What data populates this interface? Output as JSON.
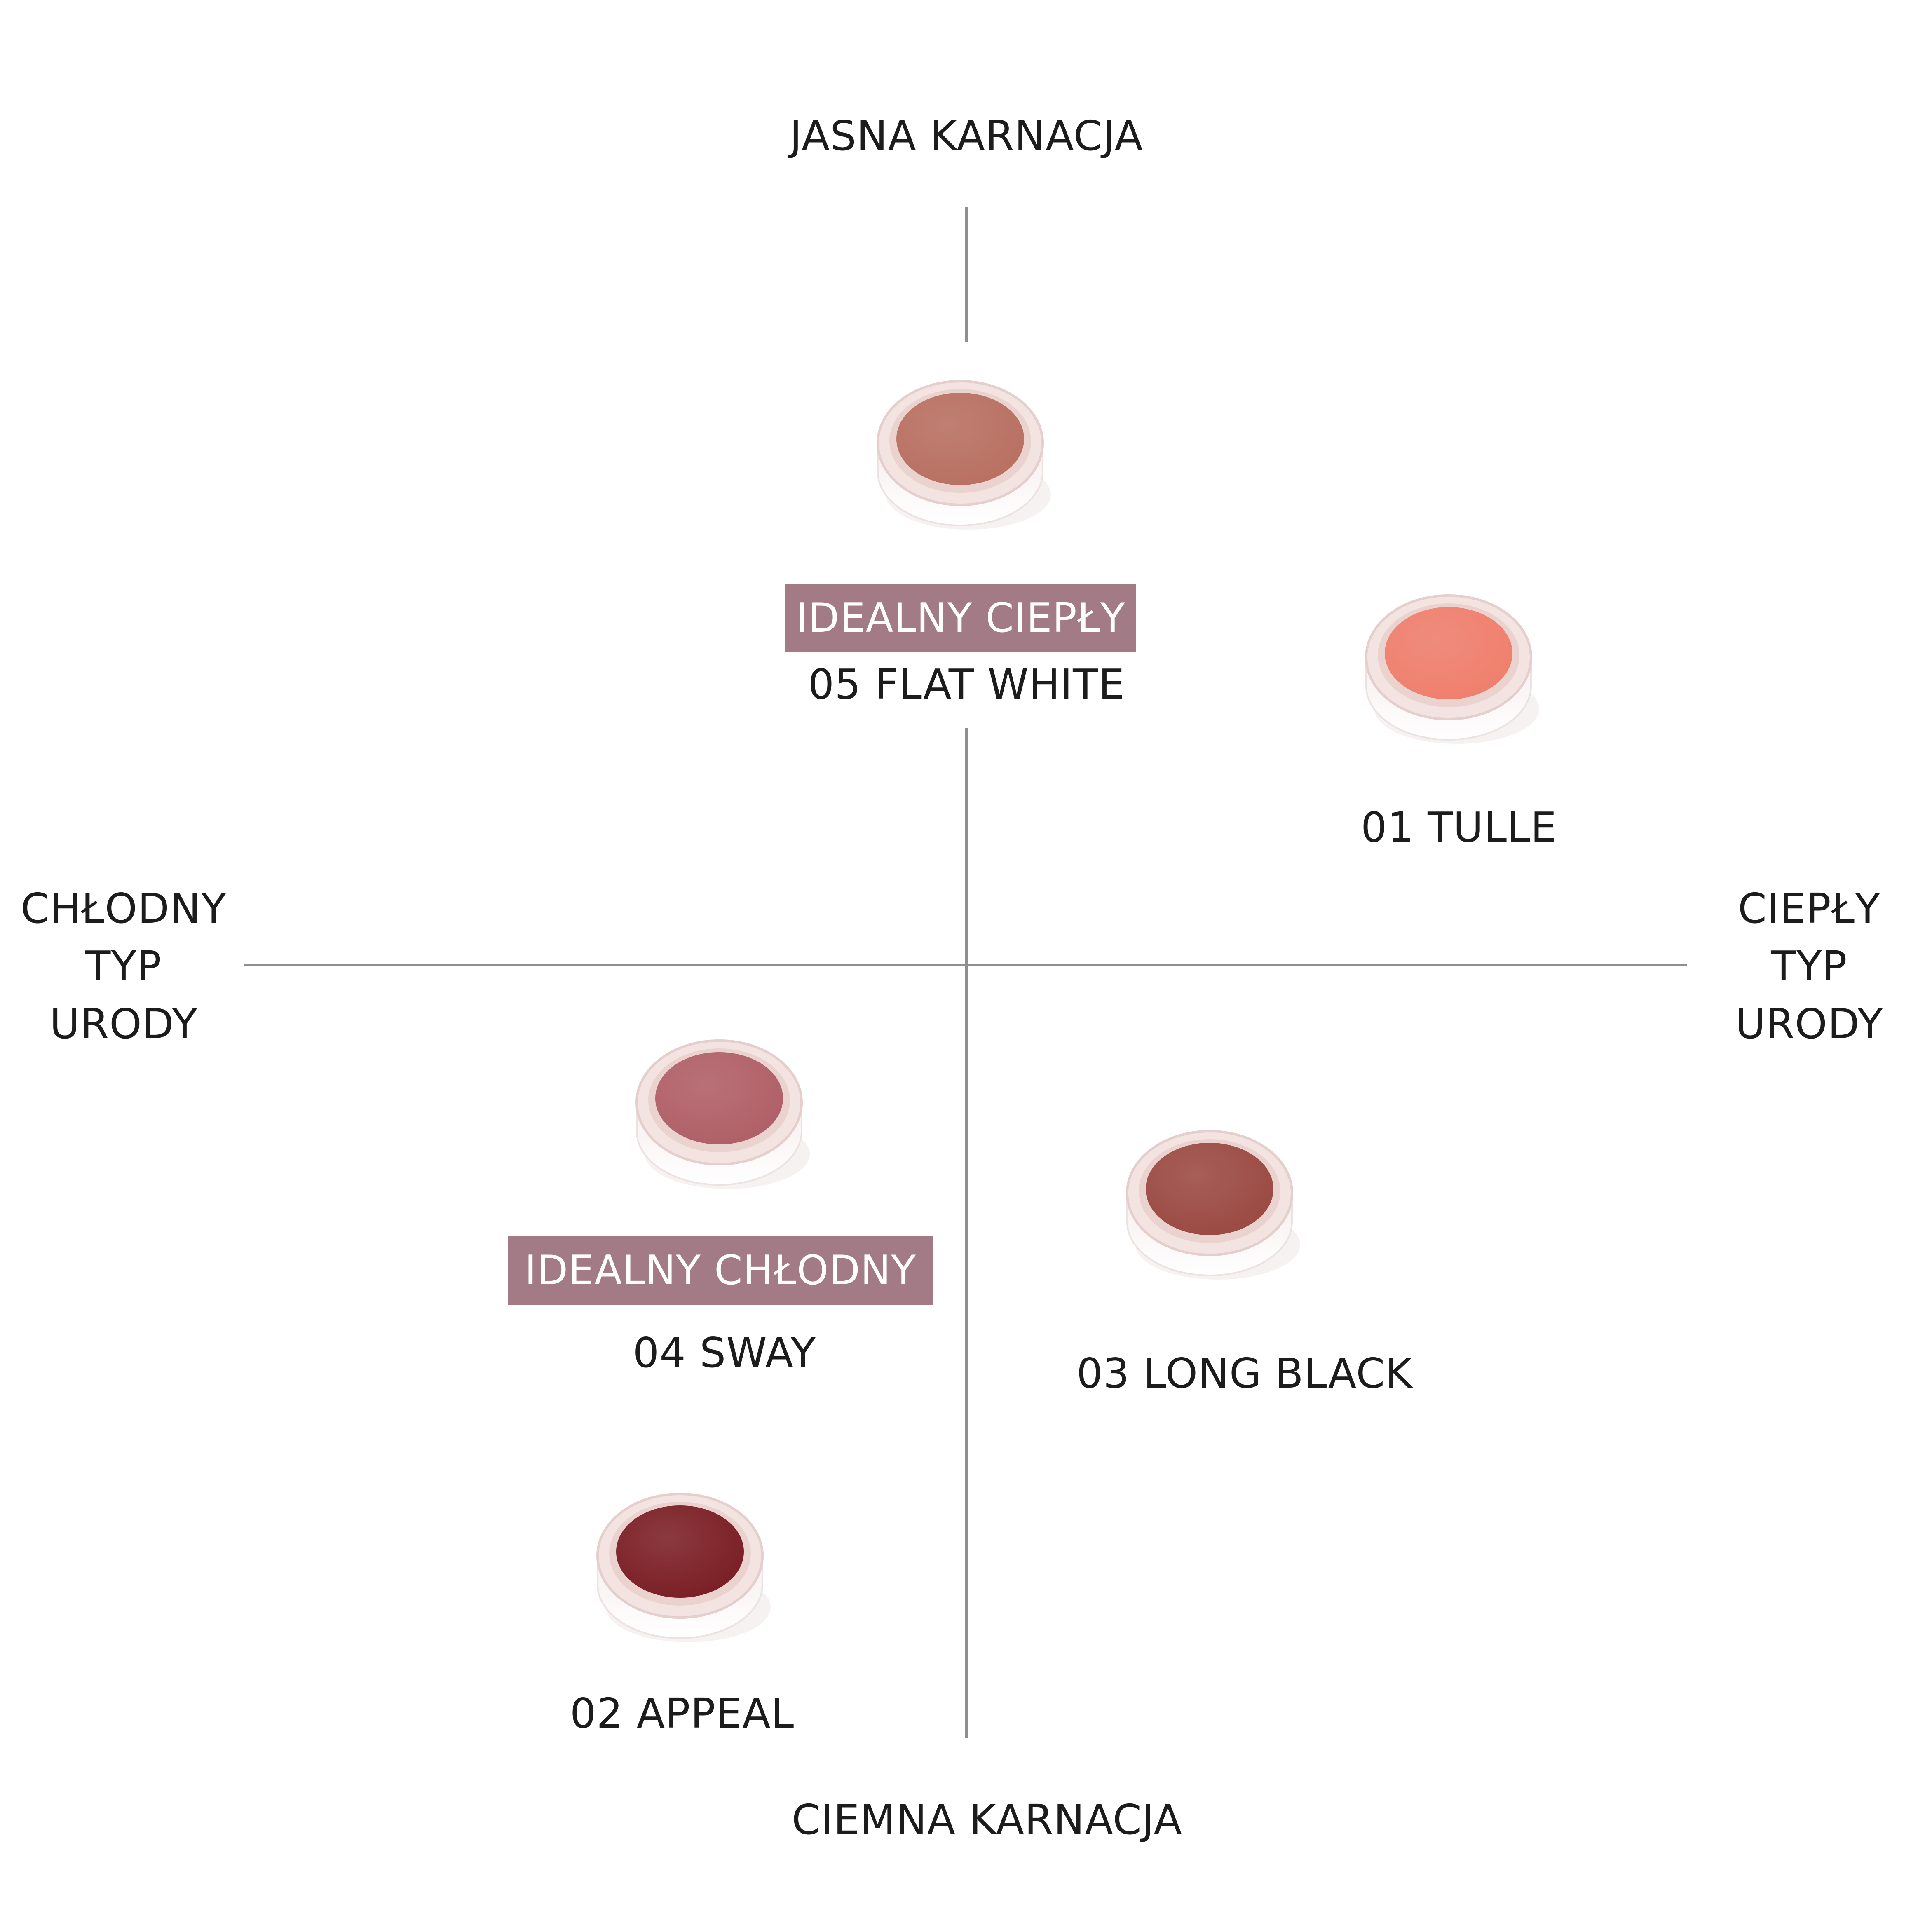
{
  "axes": {
    "top": "JASNA KARNACJA",
    "bottom": "CIEMNA KARNACJA",
    "left": [
      "CHŁODNY",
      "TYP",
      "URODY"
    ],
    "right": [
      "CIEPŁY",
      "TYP",
      "URODY"
    ]
  },
  "badges": {
    "warm": "IDEALNY CIEPŁY",
    "cool": "IDEALNY CHŁODNY"
  },
  "products": [
    {
      "label": "05 FLAT WHITE",
      "color": "#b87062"
    },
    {
      "label": "01 TULLE",
      "color": "#f07f6d"
    },
    {
      "label": "04 SWAY",
      "color": "#b05f67"
    },
    {
      "label": "03 LONG BLACK",
      "color": "#9a4a42"
    },
    {
      "label": "02 APPEAL",
      "color": "#7a1e25"
    }
  ]
}
